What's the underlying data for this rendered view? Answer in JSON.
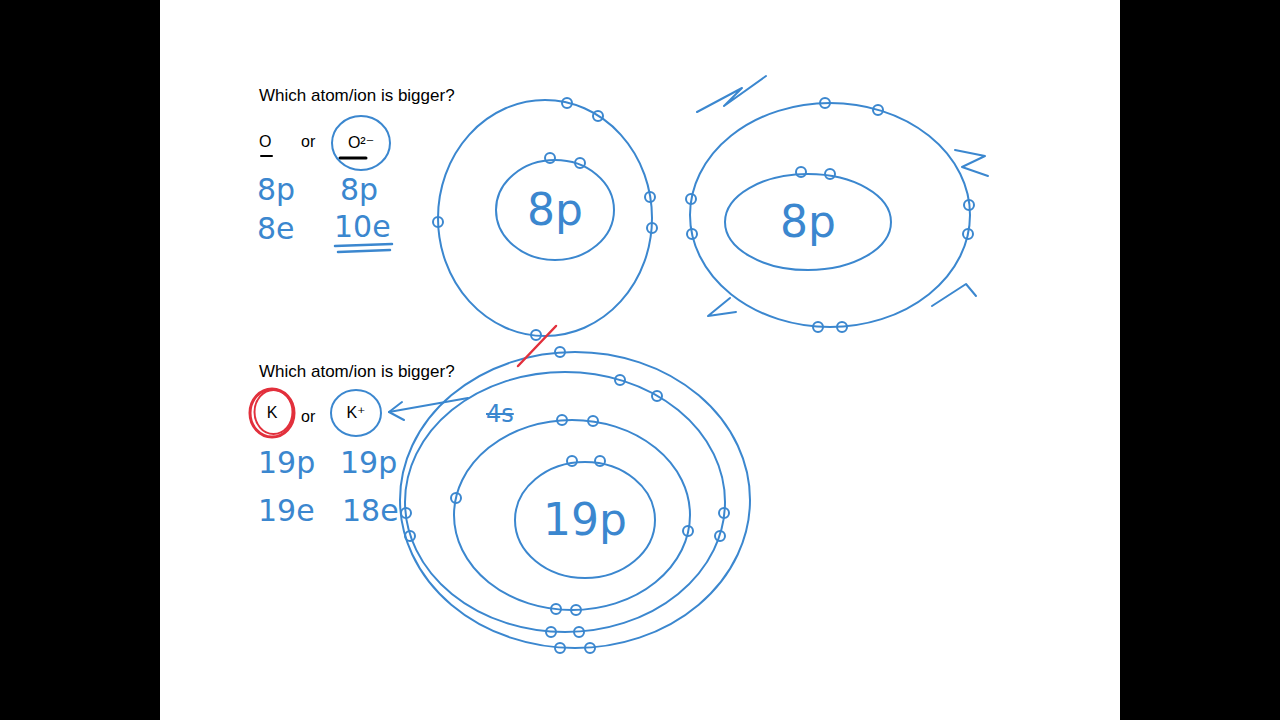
{
  "diagram": {
    "nodes": [
      {
        "text": [
          "O²⁻"
        ]
      },
      {
        "text": [
          "8p"
        ]
      },
      {
        "text": [
          "8p"
        ]
      },
      {
        "text": [
          "K"
        ]
      },
      {
        "text": [
          "K⁺"
        ]
      },
      {
        "text": [
          "19p"
        ]
      }
    ],
    "labels": [
      "Which atom/ion is bigger?",
      "O",
      "or",
      "8p",
      "8p",
      "8e",
      "10e",
      "Which atom/ion is bigger?",
      "or",
      "19p",
      "19p",
      "19e",
      "18e",
      "4s"
    ]
  }
}
